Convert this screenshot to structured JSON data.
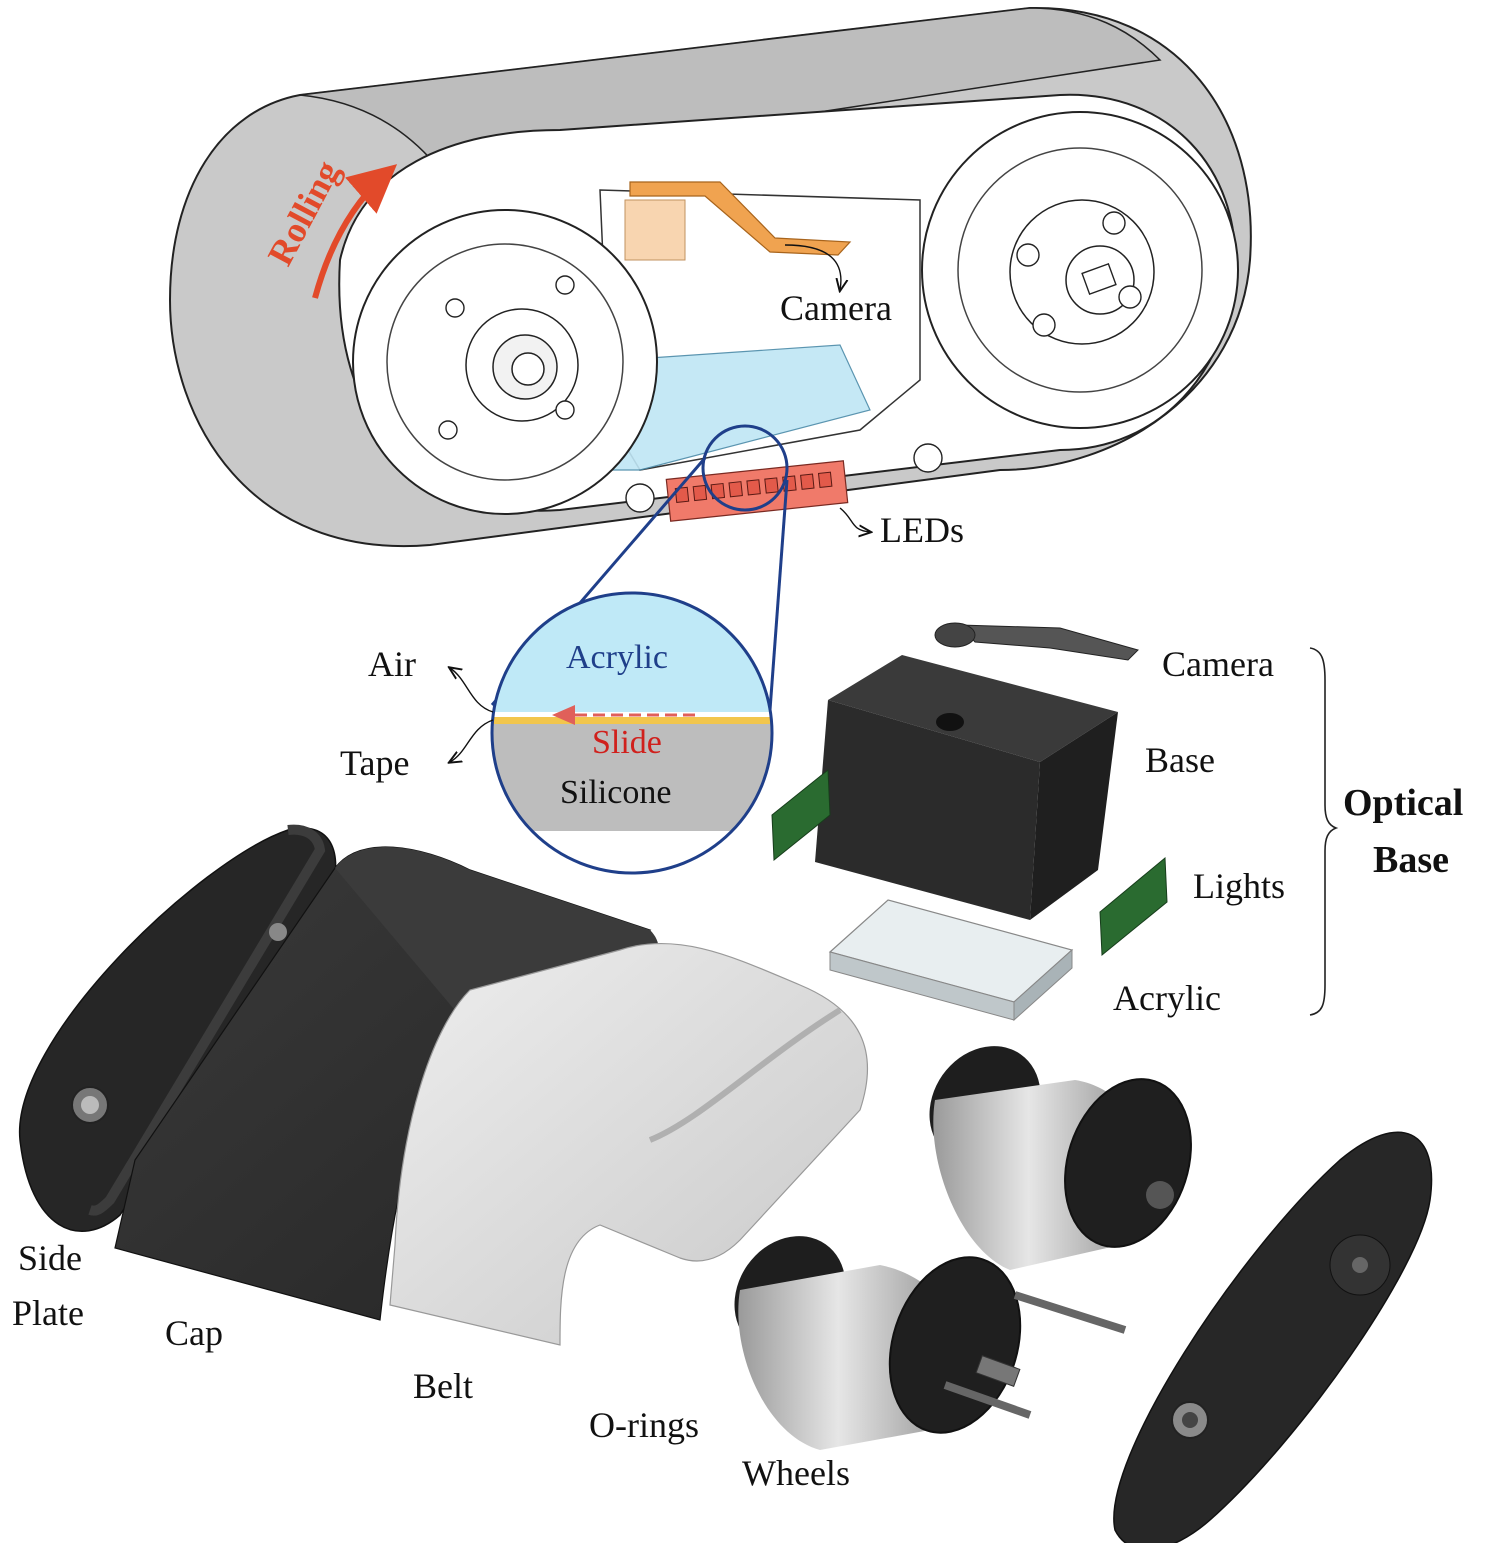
{
  "figure": {
    "labels": {
      "rolling": "Rolling",
      "camera_top": "Camera",
      "leds": "LEDs",
      "air": "Air",
      "tape": "Tape",
      "camera": "Camera",
      "base": "Base",
      "lights": "Lights",
      "acrylic": "Acrylic",
      "optical_line1": "Optical",
      "optical_line2": "Base",
      "side_line1": "Side",
      "side_line2": "Plate",
      "cap": "Cap",
      "belt": "Belt",
      "orings": "O-rings",
      "wheels": "Wheels"
    },
    "inset": {
      "acrylic": "Acrylic",
      "slide": "Slide",
      "silicone": "Silicone"
    },
    "colors": {
      "rolling_arrow": "#e24a2a",
      "inset_ring": "#1f3f8a",
      "inset_acrylic": "#bfe9f7",
      "inset_silicone": "#bdbdbd",
      "tape_strip": "#f2c64d",
      "slide_text": "#d0201c",
      "acrylic_text": "#1f3f8a",
      "camera_flex": "#f0a350",
      "led_strip": "#f07a6a",
      "dark_part": "#2e2e2e",
      "belt": "#dcdcdc",
      "pcb": "#2a6b30"
    }
  }
}
